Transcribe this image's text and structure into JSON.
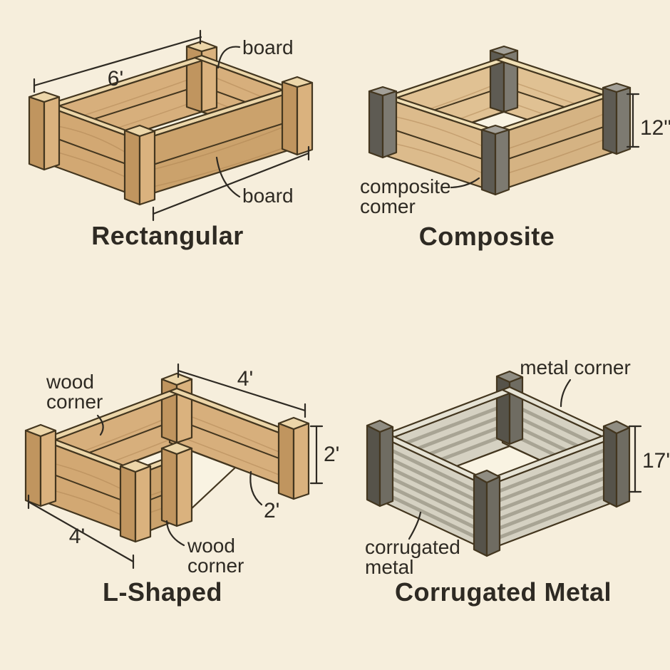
{
  "colors": {
    "bg": "#f6eedc",
    "ink": "#2e2a23",
    "line": "#43361f",
    "floor": "#f9f3e2",
    "wood": "#d2a873",
    "wood-shade": "#cba26c",
    "wood-in": "#d7af7c",
    "wood-top": "#ecd6a9",
    "wood-post-l": "#c0955f",
    "wood-post-r": "#dab27e",
    "wood-grain": "#a87f4e",
    "wood2": "#dcbb8c",
    "wood2-shade": "#d5b383",
    "wood2-in": "#e0c193",
    "wood2-top": "#f0dfb5",
    "gray-l": "#5e5b53",
    "gray-r": "#7d7a71",
    "gray-top": "#a3a098",
    "metal": "#d5d1c2",
    "metal-stripe": "#a8a494",
    "metal-top": "#e6e3d5",
    "metal-post-l": "#56534a",
    "metal-post-r": "#6f6c62",
    "metal-post-top": "#908d82"
  },
  "beds": {
    "rectangular": {
      "title": "Rectangular",
      "dim_length": "6'",
      "label_board_back": "board",
      "label_board_front": "board"
    },
    "composite": {
      "title": "Composite",
      "dim_height": "12\"",
      "label_corner": [
        "composite",
        "comer"
      ]
    },
    "l_shaped": {
      "title": "L-Shaped",
      "dim_back": "4'",
      "dim_height": "2'",
      "dim_wall": "2'",
      "dim_side": "4'",
      "label_corner_back": [
        "wood",
        "corner"
      ],
      "label_corner_front": [
        "wood",
        "corner"
      ]
    },
    "corrugated_metal": {
      "title": "Corrugated Metal",
      "dim_height": "17'",
      "label_corner": "metal corner",
      "label_material": [
        "corrugated",
        "metal"
      ]
    }
  }
}
